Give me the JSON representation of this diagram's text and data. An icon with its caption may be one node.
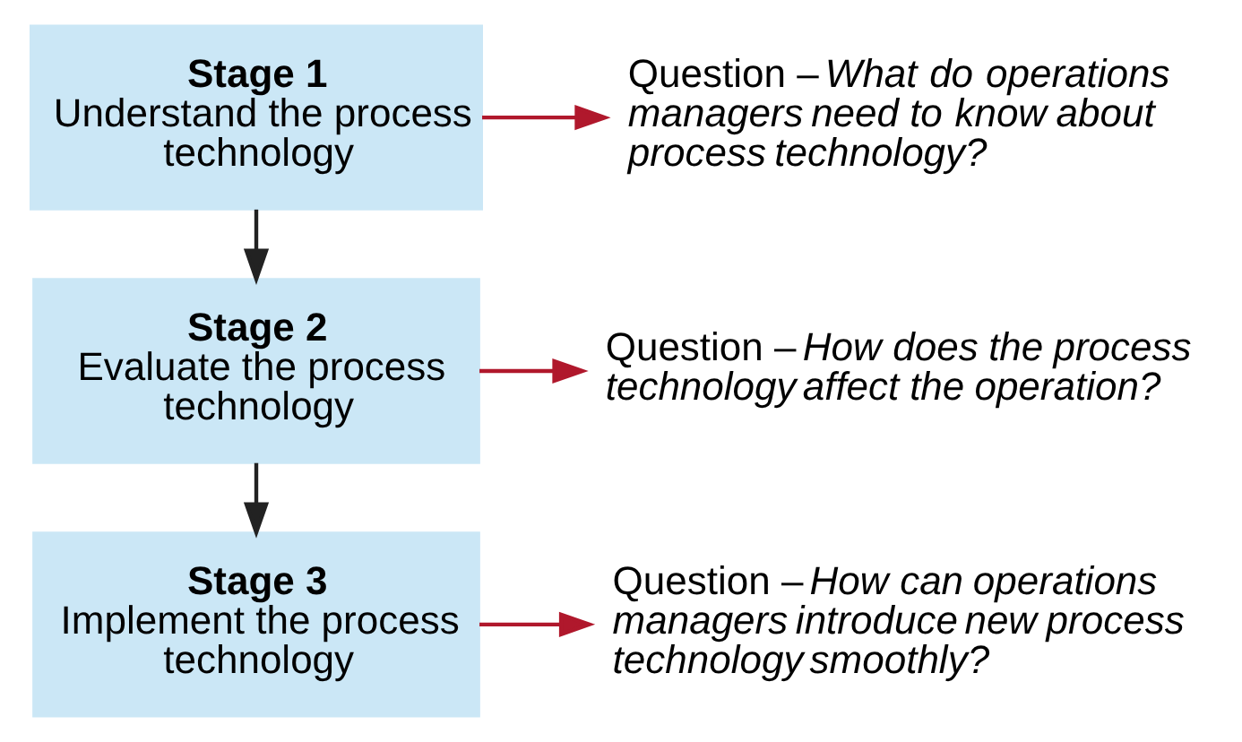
{
  "diagram": {
    "nodes": [
      {
        "text": [
          "Stage 1",
          "Understand the process technology"
        ]
      },
      {
        "text": [
          "Question – *What do operations managers need to know about process technology?*"
        ]
      },
      {
        "text": [
          "Stage 2",
          "Evaluate the process technology"
        ]
      },
      {
        "text": [
          "Question – *How does the process technology affect the operation?*"
        ]
      },
      {
        "text": [
          "Stage 3",
          "Implement the process technology"
        ]
      },
      {
        "text": [
          "Question – *How can operations managers introduce new process technology smoothly?*"
        ]
      }
    ],
    "edges": [
      {
        "from": 0,
        "to": 2,
        "arrow": "to",
        "color": "#222222"
      },
      {
        "from": 2,
        "to": 4,
        "arrow": "to",
        "color": "#222222"
      },
      {
        "from": 0,
        "to": 1,
        "arrow": "to"
      },
      {
        "from": 2,
        "to": 3,
        "arrow": "to"
      },
      {
        "from": 4,
        "to": 5,
        "arrow": "to"
      }
    ]
  }
}
